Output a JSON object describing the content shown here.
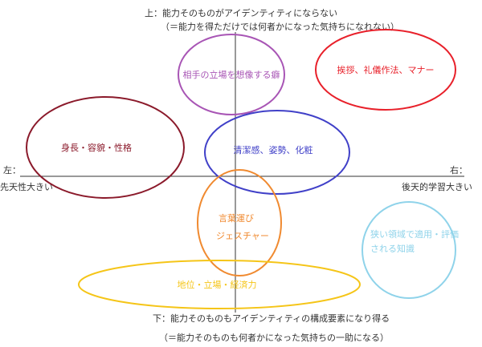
{
  "top": {
    "line1": "上：能力そのものがアイデンティティにならない",
    "line2": "（＝能力を得ただけでは何者かになった気持ちになれない）"
  },
  "bottom": {
    "line1": "下：能力そのものもアイデンティティの構成要素になり得る",
    "line2": "（＝能力そのものも何者かになった気持ちの一助になる）"
  },
  "left": {
    "label": "左：",
    "desc": "先天性大きい"
  },
  "right": {
    "label": "右：",
    "desc": "後天的学習大きい"
  },
  "items": {
    "empathy": {
      "text": "相手の立場を想像する癖",
      "color": "#a855b5"
    },
    "manners": {
      "text": "挨拶、礼儀作法、マナー",
      "color": "#e8202a"
    },
    "physique": {
      "text": "身長・容貌・性格",
      "color": "#8b1a2b"
    },
    "grooming": {
      "text": "清潔感、姿勢、化粧",
      "color": "#4040c8"
    },
    "speech": {
      "line1": "言葉運び",
      "line2": "ジェスチャー",
      "color": "#f08a30"
    },
    "knowledge": {
      "line1": "狭い領域で適用・評価",
      "line2": "される知識",
      "color": "#8fd3ea"
    },
    "status": {
      "text": "地位・立場・経済力",
      "color": "#f5c518"
    }
  }
}
